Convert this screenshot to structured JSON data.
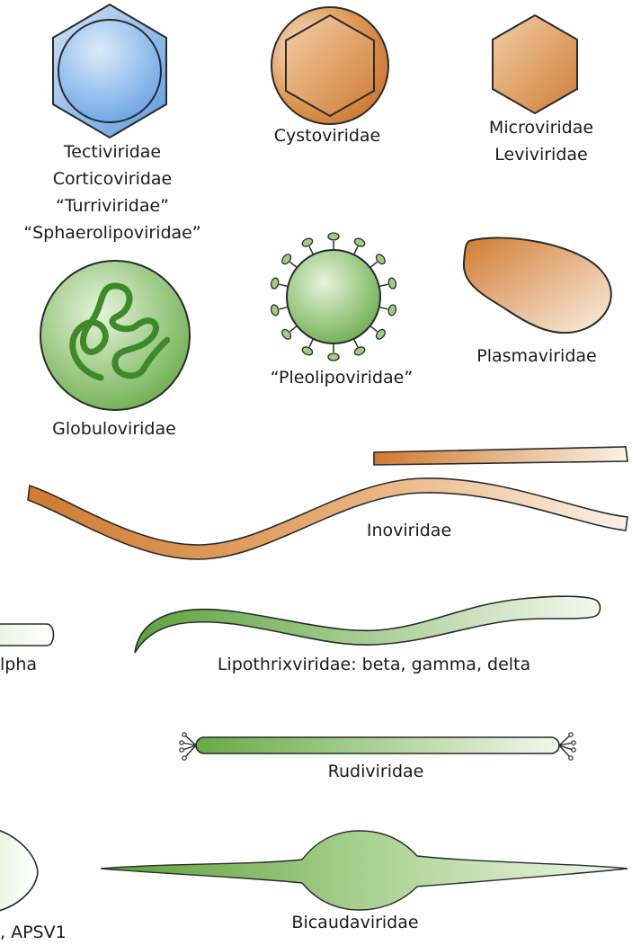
{
  "labels": {
    "tectiviridae": "Tectiviridae",
    "corticoviridae": "Corticoviridae",
    "turriviridae": "“Turriviridae”",
    "sphaerolipoviridae": "“Sphaerolipoviridae”",
    "cystoviridae": "Cystoviridae",
    "microviridae": "Microviridae",
    "leviviridae": "Leviviridae",
    "globuloviridae": "Globuloviridae",
    "pleolipoviridae": "“Pleolipoviridae”",
    "plasmaviridae": "Plasmaviridae",
    "inoviridae": "Inoviridae",
    "lipothrix_alpha_partial": "lpha",
    "lipothrix_others": "Lipothrixviridae: beta, gamma, delta",
    "rudiviridae": "Rudiviridae",
    "apsv1_partial": ", APSV1",
    "bicaudaviridae": "Bicaudaviridae"
  },
  "colors": {
    "blue": "#7fb2ea",
    "orange": "#d98a3d",
    "green": "#6fb14a",
    "outline": "#2b2b2b"
  }
}
